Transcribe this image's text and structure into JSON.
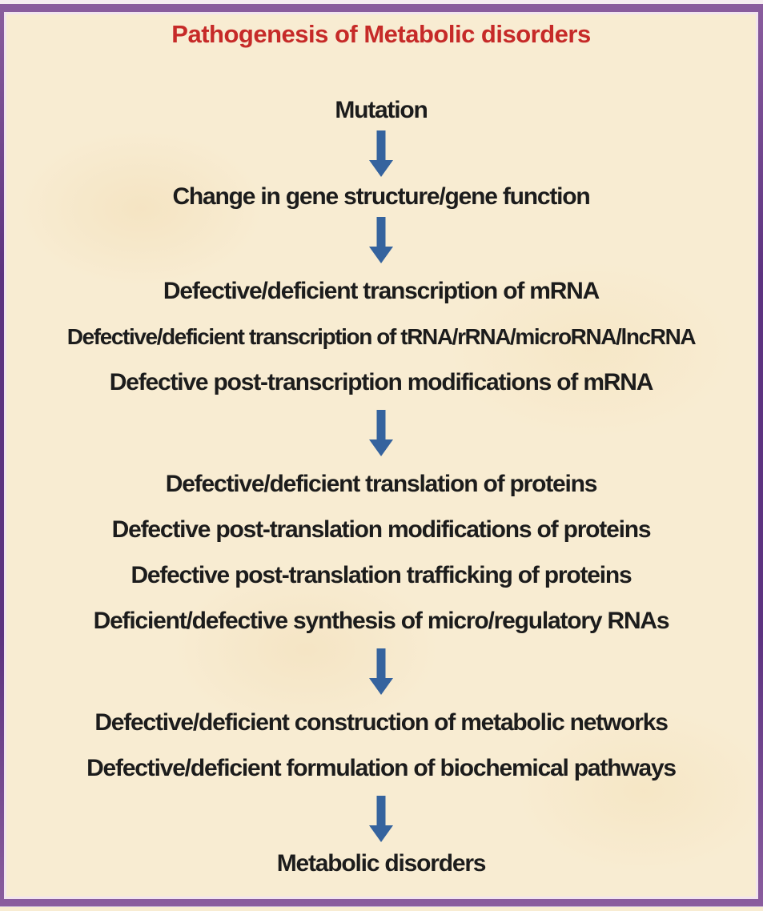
{
  "title": "Pathogenesis of Metabolic disorders",
  "colors": {
    "background_parchment": "#f8ecd2",
    "border_purple": "#5d3380",
    "title_red": "#c62a28",
    "text_black": "#1c1c1c",
    "arrow_blue": "#35639e"
  },
  "icons": {
    "arrow": "down-arrow"
  },
  "flow": {
    "steps": [
      {
        "lines": [
          "Mutation"
        ]
      },
      {
        "lines": [
          "Change in gene structure/gene function"
        ]
      },
      {
        "lines": [
          "Defective/deficient transcription of mRNA",
          "Defective/deficient transcription of tRNA/rRNA/microRNA/lncRNA",
          "Defective post-transcription modifications of mRNA"
        ]
      },
      {
        "lines": [
          "Defective/deficient translation of proteins",
          "Defective post-translation modifications of proteins",
          "Defective post-translation trafficking of proteins",
          "Deficient/defective synthesis of micro/regulatory RNAs"
        ]
      },
      {
        "lines": [
          "Defective/deficient construction of metabolic networks",
          "Defective/deficient formulation of biochemical pathways"
        ]
      },
      {
        "lines": [
          "Metabolic disorders"
        ]
      }
    ]
  }
}
